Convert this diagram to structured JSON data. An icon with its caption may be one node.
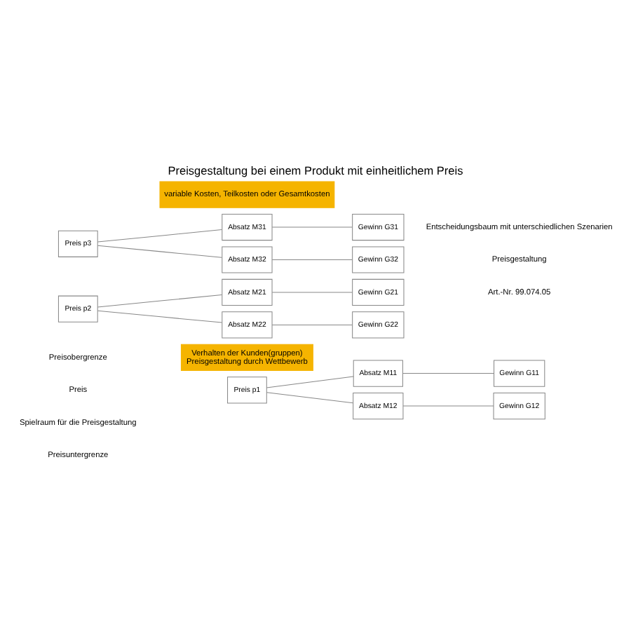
{
  "diagram": {
    "title": "Preisgestaltung bei einem Produkt mit einheitlichem Preis",
    "nodes": [
      {
        "text": [
          "Verhalten der Kunden(gruppen)",
          "Preisgestaltung durch Wettbewerb"
        ]
      },
      {
        "text": [
          "Preis p1"
        ]
      },
      {
        "text": [
          "Absatz M11"
        ]
      },
      {
        "text": [
          "Gewinn G11"
        ]
      },
      {
        "text": [
          "Absatz M12"
        ]
      },
      {
        "text": [
          "Gewinn G12"
        ]
      },
      {
        "text": [
          "Preis p2"
        ]
      },
      {
        "text": [
          "Absatz M21"
        ]
      },
      {
        "text": [
          "Gewinn G21"
        ]
      },
      {
        "text": [
          "Absatz M22"
        ]
      },
      {
        "text": [
          "Gewinn G22"
        ]
      },
      {
        "text": [
          "Preis p3"
        ]
      },
      {
        "text": [
          "Absatz M31"
        ]
      },
      {
        "text": [
          "Gewinn G31"
        ]
      },
      {
        "text": [
          "Absatz M32"
        ]
      },
      {
        "text": [
          "Gewinn G32"
        ]
      },
      {
        "text": [
          "variable Kosten, Teilkosten oder Gesamtkosten"
        ]
      }
    ],
    "edges": [
      {
        "from": 1,
        "to": 2,
        "arrow": "none"
      },
      {
        "from": 1,
        "to": 4,
        "arrow": "none"
      },
      {
        "from": 2,
        "to": 3,
        "arrow": "none"
      },
      {
        "from": 4,
        "to": 5,
        "arrow": "none"
      },
      {
        "from": 6,
        "to": 7,
        "arrow": "none"
      },
      {
        "from": 6,
        "to": 9,
        "arrow": "none"
      },
      {
        "from": 7,
        "to": 8,
        "arrow": "none"
      },
      {
        "from": 9,
        "to": 10,
        "arrow": "none"
      },
      {
        "from": 11,
        "to": 12,
        "arrow": "none"
      },
      {
        "from": 11,
        "to": 14,
        "arrow": "none"
      },
      {
        "from": 12,
        "to": 13,
        "arrow": "none"
      },
      {
        "from": 14,
        "to": 15,
        "arrow": "none"
      }
    ],
    "labels": [
      "Preisobergrenze",
      "Preis",
      "Spielraum für die Preisgestaltung",
      "Preisuntergrenze",
      "Entscheidungsbaum mit unterschiedlichen Szenarien",
      "Preisgestaltung",
      "Art.-Nr. 99.074.05"
    ]
  }
}
